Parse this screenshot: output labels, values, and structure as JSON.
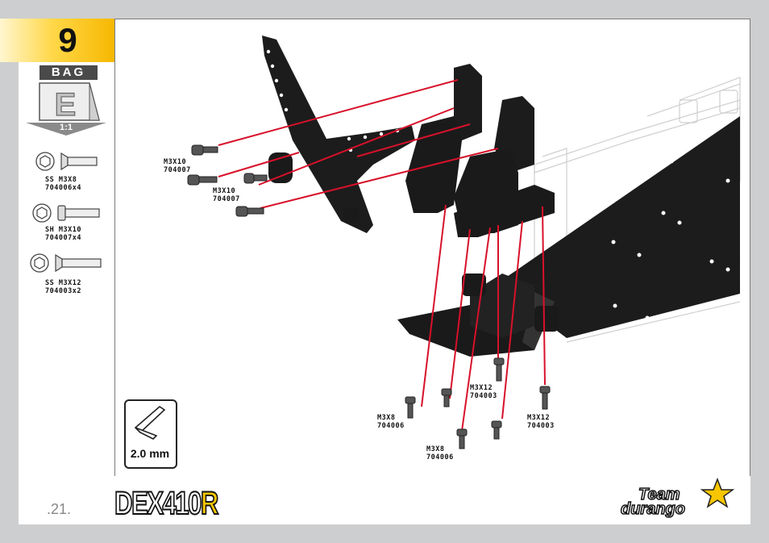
{
  "step": {
    "number": "9"
  },
  "bag": {
    "label": "BAG",
    "letter": "E",
    "scale": "1:1"
  },
  "hardware": [
    {
      "type": "SS M3X8",
      "part_qty": "704006x4",
      "icon": "flat-head-screw-icon"
    },
    {
      "type": "SH M3X10",
      "part_qty": "704007x4",
      "icon": "socket-head-screw-icon"
    },
    {
      "type": "SS M3X12",
      "part_qty": "704003x2",
      "icon": "flat-head-screw-icon"
    }
  ],
  "callouts": [
    {
      "size": "M3X10",
      "part": "704007"
    },
    {
      "size": "M3X10",
      "part": "704007"
    },
    {
      "size": "M3X12",
      "part": "704003"
    },
    {
      "size": "M3X8",
      "part": "704006"
    },
    {
      "size": "M3X12",
      "part": "704003"
    },
    {
      "size": "M3X8",
      "part": "704006"
    }
  ],
  "tool": {
    "size": "2.0 mm",
    "icon": "hex-key-icon"
  },
  "footer": {
    "page_number": ".21.",
    "product_name": "DEX410",
    "product_suffix": "R",
    "brand_line1": "Team",
    "brand_line2": "durango"
  },
  "colors": {
    "accent_yellow": "#f6b800",
    "guide_line_red": "#d8112a",
    "part_black": "#1c1c1c"
  }
}
